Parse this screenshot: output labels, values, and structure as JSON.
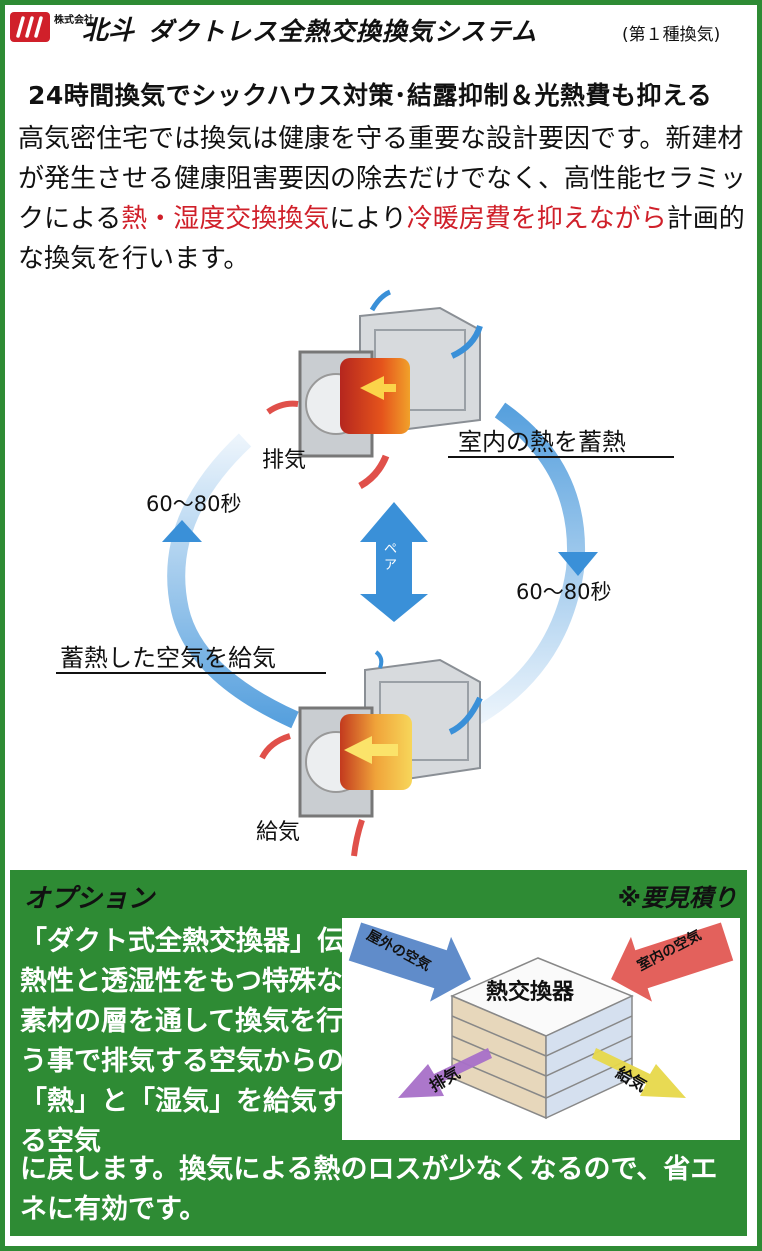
{
  "header": {
    "company": "株式会社",
    "brand": "北斗",
    "title": "ダクトレス全熱交換換気システム",
    "title_sub": "(第１種換気)"
  },
  "subtitle": "24時間換気でシックハウス対策･結露抑制＆光熱費も抑える",
  "intro": {
    "p1": "高気密住宅では換気は健康を守る重要な設計要因です。新建材が発生させる健康阻害要因の除去だけでなく、高性能セラミックによる",
    "hl1": "熱・湿度交換換気",
    "p2": "により",
    "hl2": "冷暖房費を抑えながら",
    "p3": "計画的な換気を行います。"
  },
  "diagram": {
    "exhaust_label": "排気",
    "supply_label": "給気",
    "cycle_left": "60〜80秒",
    "cycle_right": "60〜80秒",
    "pair_label": "ペア",
    "store_heat_label": "室内の熱を蓄熱",
    "supply_stored_label": "蓄熱した空気を給気"
  },
  "option": {
    "title": "オプション",
    "note": "※要見積り",
    "text_top": "「ダクト式全熱交換器」伝熱性と透湿性をもつ特殊な素材の層を通して換気を行う事で排気する空気からの「熱」と「湿気」を給気する空気",
    "text_bottom": "に戻します。換気による熱のロスが少なくなるので、省エネに有効です。",
    "exchanger_title": "熱交換器",
    "outdoor_air": "屋外の空気",
    "indoor_air": "室内の空気",
    "exhaust": "排気",
    "supply": "給気"
  },
  "colors": {
    "frame_green": "#2e8b34",
    "highlight_red": "#d0202a",
    "arrow_blue": "#3a90d8",
    "arrow_red": "#e0504a"
  }
}
